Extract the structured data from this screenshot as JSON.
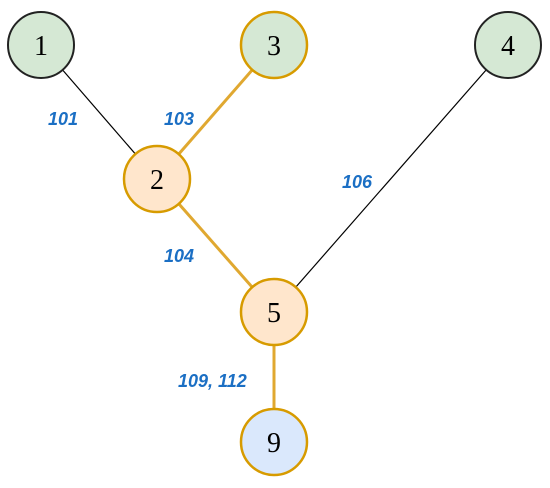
{
  "nodes": {
    "n1": {
      "label": "1",
      "fill": "#d5e8d4",
      "stroke": "#222222"
    },
    "n2": {
      "label": "2",
      "fill": "#ffe6cc",
      "stroke": "#d79b00"
    },
    "n3": {
      "label": "3",
      "fill": "#d5e8d4",
      "stroke": "#d79b00"
    },
    "n4": {
      "label": "4",
      "fill": "#d5e8d4",
      "stroke": "#222222"
    },
    "n5": {
      "label": "5",
      "fill": "#ffe6cc",
      "stroke": "#d79b00"
    },
    "n9": {
      "label": "9",
      "fill": "#dae8fc",
      "stroke": "#d79b00"
    }
  },
  "edges": {
    "e1_2": {
      "label": "101",
      "color": "#000000"
    },
    "e3_2": {
      "label": "103",
      "color": "#e0a830"
    },
    "e2_5": {
      "label": "104",
      "color": "#e0a830"
    },
    "e4_5": {
      "label": "106",
      "color": "#000000"
    },
    "e5_9": {
      "label": "109, 112",
      "color": "#e0a830"
    }
  }
}
